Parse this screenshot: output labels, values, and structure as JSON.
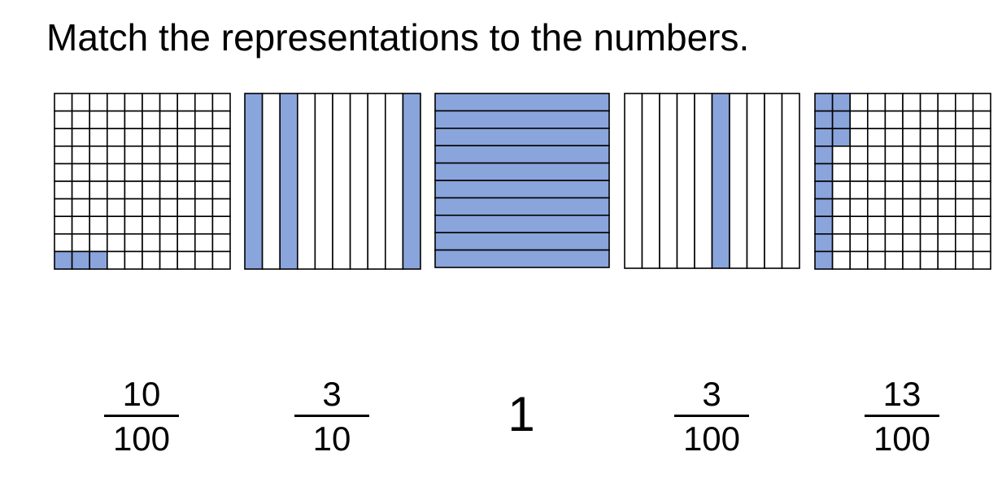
{
  "title": "Match the representations to the numbers.",
  "colors": {
    "shade": "#8aa4dc",
    "line": "#000000",
    "blank": "#ffffff"
  },
  "representations": [
    {
      "name": "grid-3-hundredths",
      "kind": "hundred-grid",
      "shaded_count": 3,
      "shading": "bottom-left"
    },
    {
      "name": "strips-3-tenths",
      "kind": "ten-strips-vertical",
      "shaded_columns": [
        1,
        3,
        10
      ]
    },
    {
      "name": "strips-whole",
      "kind": "ten-strips-horizontal",
      "shaded_rows": [
        1,
        2,
        3,
        4,
        5,
        6,
        7,
        8,
        9,
        10
      ]
    },
    {
      "name": "strips-1-tenth",
      "kind": "ten-strips-vertical",
      "shaded_columns": [
        6
      ]
    },
    {
      "name": "grid-13-hundredths",
      "kind": "hundred-grid",
      "shaded_count": 13,
      "shading": "first-column-plus-top-2x2"
    }
  ],
  "answers": [
    {
      "type": "fraction",
      "numerator": "10",
      "denominator": "100"
    },
    {
      "type": "fraction",
      "numerator": "3",
      "denominator": "10"
    },
    {
      "type": "whole",
      "value": "1"
    },
    {
      "type": "fraction",
      "numerator": "3",
      "denominator": "100"
    },
    {
      "type": "fraction",
      "numerator": "13",
      "denominator": "100"
    }
  ]
}
